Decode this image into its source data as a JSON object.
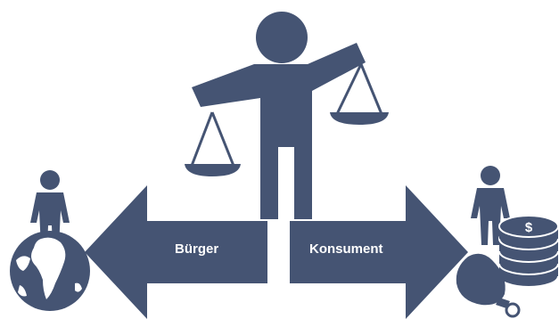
{
  "labels": {
    "left": "Bürger",
    "right": "Konsument"
  },
  "colors": {
    "figure": "#455473",
    "background": "#ffffff"
  },
  "icons": [
    "justice-figure-with-scales",
    "citizen-person-icon",
    "globe-icon",
    "consumer-person-icon",
    "coin-stack-icon",
    "money-bag-icon"
  ]
}
